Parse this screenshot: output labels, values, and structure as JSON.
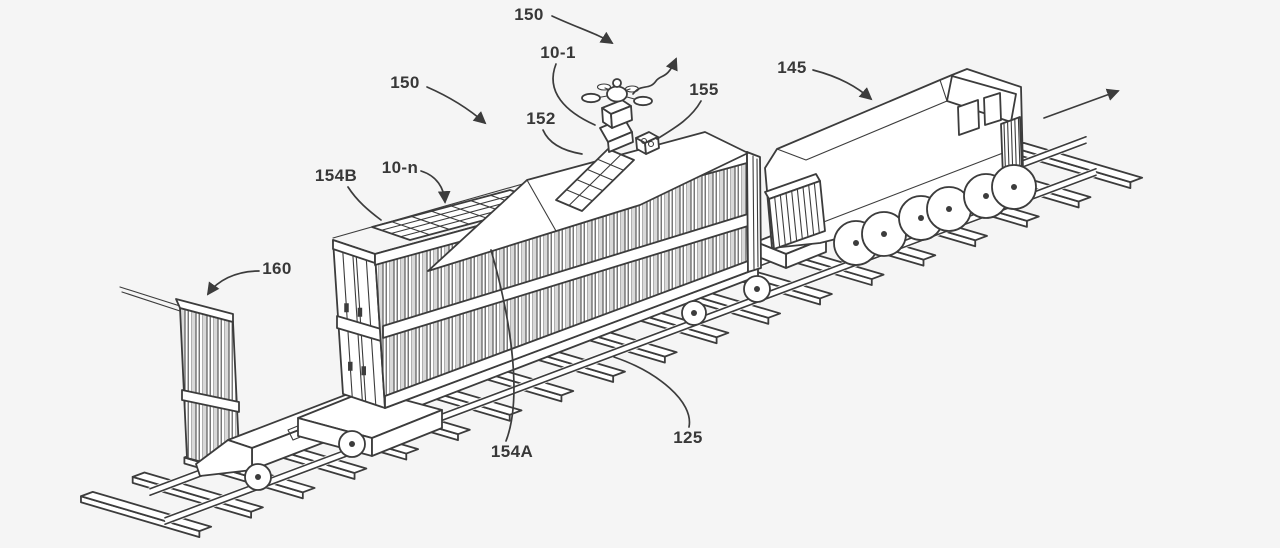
{
  "figure": {
    "background_color": "#f5f5f5",
    "line_color": "#3c3c3c",
    "text_color": "#383838",
    "labels": [
      {
        "id": "150-top",
        "text": "150"
      },
      {
        "id": "10-1",
        "text": "10-1"
      },
      {
        "id": "155",
        "text": "155"
      },
      {
        "id": "152",
        "text": "152"
      },
      {
        "id": "145",
        "text": "145"
      },
      {
        "id": "150-left",
        "text": "150"
      },
      {
        "id": "10-n",
        "text": "10-n"
      },
      {
        "id": "154B",
        "text": "154B"
      },
      {
        "id": "160",
        "text": "160"
      },
      {
        "id": "154A",
        "text": "154A"
      },
      {
        "id": "125",
        "text": "125"
      }
    ]
  }
}
